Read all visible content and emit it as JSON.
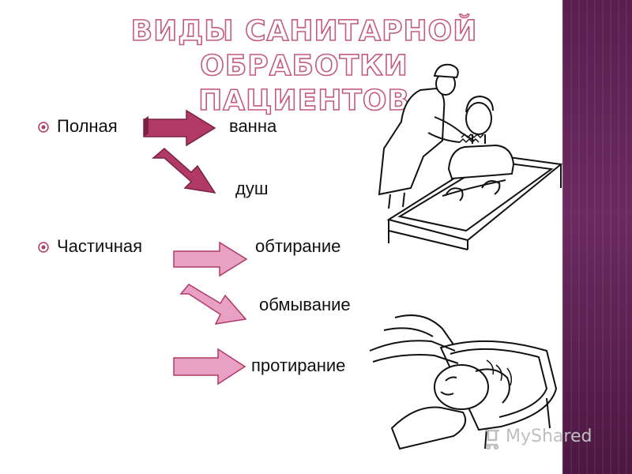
{
  "slide": {
    "title_line1": "ВИДЫ САНИТАРНОЙ ОБРАБОТКИ",
    "title_line2": "ПАЦИЕНТОВ",
    "groups": [
      {
        "label": "Полная",
        "results": [
          "ванна",
          "душ"
        ]
      },
      {
        "label": "Частичная",
        "results": [
          "обтирание",
          "обмывание",
          "протирание"
        ]
      }
    ],
    "watermark": "MyShared",
    "colors": {
      "title_outline": "#c35a80",
      "arrow_dark": "#b03a64",
      "arrow_light": "#e8a0c4",
      "side_band": "#5a1e4f"
    },
    "icons": [
      "bullet-icon",
      "arrow-icon",
      "bath-illustration",
      "hair-wash-illustration"
    ]
  }
}
